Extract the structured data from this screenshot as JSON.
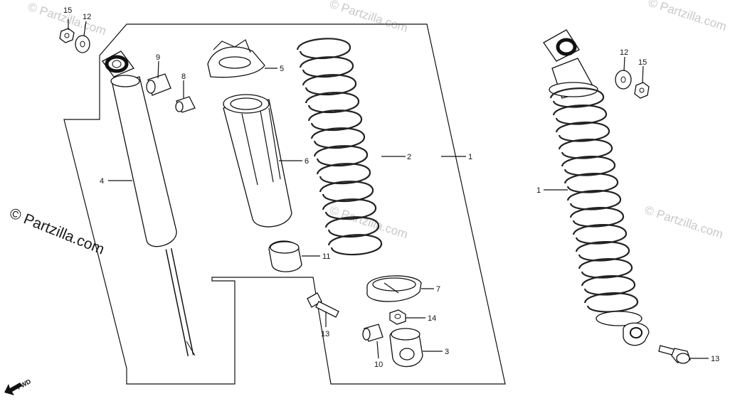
{
  "watermarks": {
    "left": "© Partzilla.com",
    "faint": "© Partzilla.com"
  },
  "fwd_label": "FWD",
  "callouts": {
    "c1_exploded": "1",
    "c1_assembled": "1",
    "c2": "2",
    "c3": "3",
    "c4": "4",
    "c5": "5",
    "c6": "6",
    "c7": "7",
    "c8": "8",
    "c9": "9",
    "c10": "10",
    "c11": "11",
    "c12_left": "12",
    "c12_right": "12",
    "c13_left": "13",
    "c13_right": "13",
    "c14": "14",
    "c15_left": "15",
    "c15_right": "15"
  }
}
